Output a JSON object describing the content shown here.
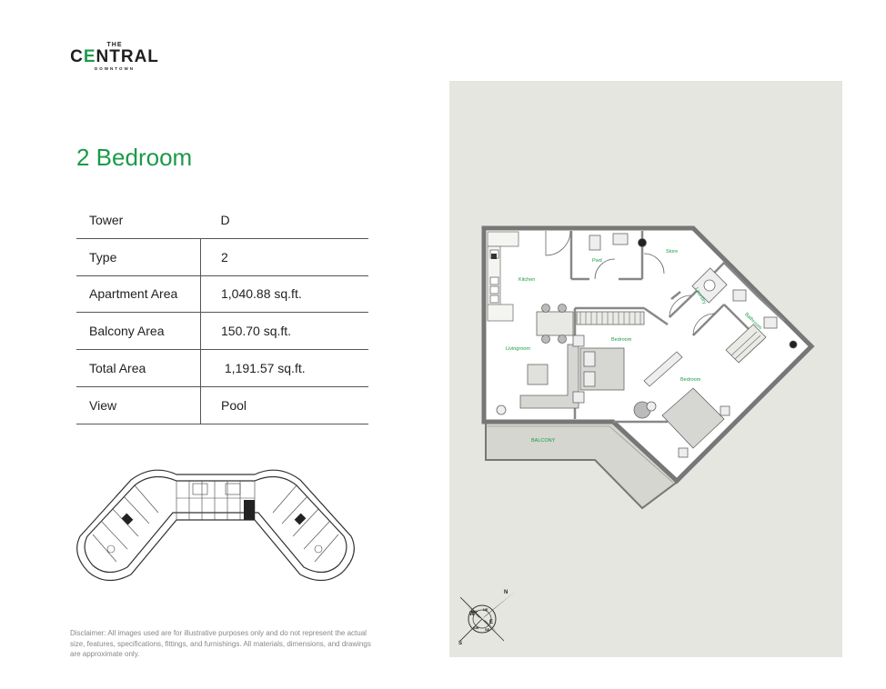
{
  "logo": {
    "top": "THE",
    "brand_start": "C",
    "brand_accent": "E",
    "brand_rest": "NTRAL",
    "sub": "DOWNTOWN"
  },
  "title": "2 Bedroom",
  "specs": [
    {
      "label": "Tower",
      "value": "D"
    },
    {
      "label": "Type",
      "value": "2"
    },
    {
      "label": "Apartment Area",
      "value": "1,040.88 sq.ft."
    },
    {
      "label": "Balcony Area",
      "value": "150.70 sq.ft."
    },
    {
      "label": "Total Area",
      "value": " 1,191.57 sq.ft."
    },
    {
      "label": "View",
      "value": "Pool"
    }
  ],
  "disclaimer": "Disclaimer: All images used are for illustrative purposes only and do not represent the actual size, features, specifications, fittings, and furnishings. All materials, dimensions, and drawings are approximate only.",
  "floor_plan": {
    "rooms": {
      "kitchen": "Kitchen",
      "pwd": "Pwd",
      "store": "Store",
      "laundry": "Laundry",
      "bathroom": "Bathroom",
      "bedroom_1": "Bedroom",
      "bedroom_2": "Bedroom",
      "livingroom": "Livingroom",
      "balcony": "BALCONY"
    }
  },
  "compass": {
    "n": "N",
    "s": "S",
    "e": "E",
    "w": "W",
    "ne": "NE",
    "nw": "NW",
    "se": "SE",
    "sw": "SW"
  },
  "colors": {
    "accent": "#1c9a4a",
    "panel_bg": "#e6e6e0",
    "wall": "#777777"
  }
}
